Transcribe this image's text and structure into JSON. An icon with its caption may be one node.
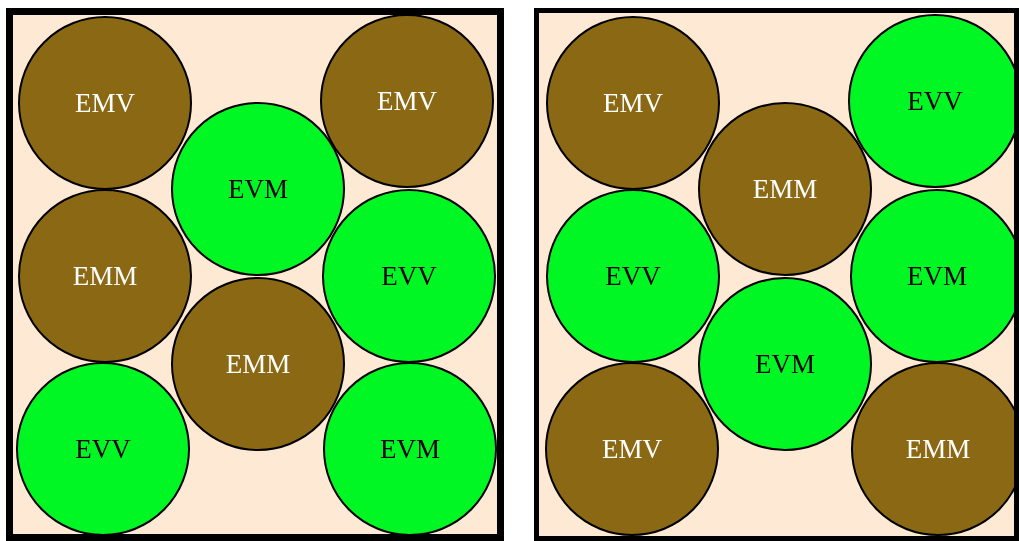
{
  "diagram": {
    "nodes": [
      {
        "text": [],
        "shape": "box"
      },
      {
        "text": [
          "EMV"
        ],
        "in": 0
      },
      {
        "text": [
          "EMV"
        ],
        "in": 0
      },
      {
        "text": [
          "EVM"
        ],
        "in": 0
      },
      {
        "text": [
          "EMM"
        ],
        "in": 0
      },
      {
        "text": [
          "EVV"
        ],
        "in": 0
      },
      {
        "text": [
          "EMM"
        ],
        "in": 0
      },
      {
        "text": [
          "EVV"
        ],
        "in": 0
      },
      {
        "text": [
          "EVM"
        ],
        "in": 0
      },
      {
        "text": [],
        "shape": "box"
      },
      {
        "text": [
          "EMV"
        ],
        "in": 9
      },
      {
        "text": [
          "EVV"
        ],
        "in": 9
      },
      {
        "text": [
          "EMM"
        ],
        "in": 9
      },
      {
        "text": [
          "EVV"
        ],
        "in": 9
      },
      {
        "text": [
          "EVM"
        ],
        "in": 9
      },
      {
        "text": [
          "EVM"
        ],
        "in": 9
      },
      {
        "text": [
          "EMV"
        ],
        "in": 9
      },
      {
        "text": [
          "EMM"
        ],
        "in": 9
      }
    ],
    "edges": []
  }
}
